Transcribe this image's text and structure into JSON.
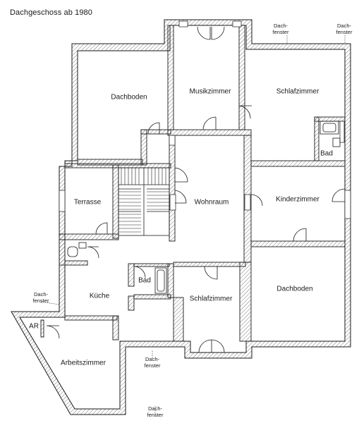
{
  "plan": {
    "title": "Dachgeschoss ab 1980",
    "rooms": {
      "dachboden_top": "Dachboden",
      "musikzimmer": "Musikzimmer",
      "schlafzimmer_top": "Schlafzimmer",
      "bad_right": "Bad",
      "terrasse": "Terrasse",
      "wohnraum": "Wohnraum",
      "kinderzimmer": "Kinderzimmer",
      "bad_center": "Bad",
      "kueche": "Küche",
      "schlafzimmer_bottom": "Schlafzimmer",
      "dachboden_bottom": "Dachboden",
      "ar": "AR",
      "arbeitszimmer": "Arbeitszimmer"
    },
    "notes": {
      "dachfenster_1": [
        "Dach-",
        "fenster"
      ],
      "dachfenster_2": [
        "Dach-",
        "fenster"
      ],
      "dachfenster_3": [
        "Dach-",
        "fenster"
      ],
      "dachfenster_4": [
        "Dach-",
        "fenster"
      ],
      "dachfenster_5": [
        "Dach-",
        "fenster"
      ]
    },
    "colors": {
      "wall_fill": "#ffffff",
      "wall_stroke": "#1a1a1a",
      "hatch": "#555555"
    }
  }
}
